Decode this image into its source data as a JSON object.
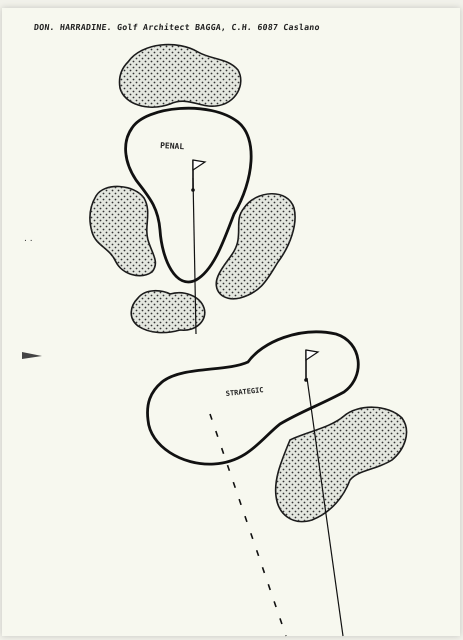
{
  "header": {
    "text": "DON. HARRADINE. Golf Architect BAGGA, C.H. 6087 Caslano"
  },
  "holes": [
    {
      "label": "PENAL"
    },
    {
      "label": "STRATEGIC"
    }
  ],
  "colors": {
    "ink": "#1a1a1a",
    "bunker_fill": "#e4e7df",
    "paper": "#f7f8ef"
  }
}
